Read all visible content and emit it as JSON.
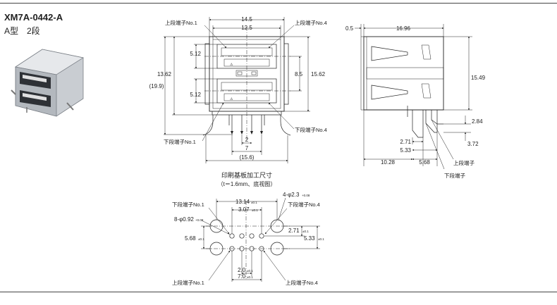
{
  "header": {
    "part_number": "XM7A-0442-A",
    "type_label": "A型　2段"
  },
  "front_view": {
    "labels": {
      "upper_no1": "上段端子No.1",
      "upper_no4": "上段端子No.4",
      "lower_no1": "下段端子No.1",
      "lower_no4": "下段端子No.4"
    },
    "dims": {
      "w_outer": "14.5",
      "w_inner": "12.5",
      "h_port1": "5.12",
      "h_port2": "5.12",
      "h_1362": "13.62",
      "h_199": "(19.9)",
      "h_85": "8.5",
      "h_1562": "15.62",
      "pitch_2": "2",
      "span_7": "7",
      "w_156": "(15.6)"
    }
  },
  "side_view": {
    "labels": {
      "upper": "上段端子",
      "lower": "下段端子"
    },
    "dims": {
      "d_05": "0.5",
      "d_1696": "16.96",
      "d_1549": "15.49",
      "d_284": "2.84",
      "d_372": "3.72",
      "d_271": "2.71",
      "d_533": "5.33",
      "d_1028": "10.28",
      "d_568": "5.68"
    }
  },
  "pcb": {
    "title": "印刷基板加工尺寸",
    "note": "（t＝1.6mm、底视图）",
    "labels": {
      "lower_no1": "下段端子No.1",
      "lower_no4": "下段端子No.4",
      "upper_no1": "上段端子No.1",
      "upper_no4": "上段端子No.4"
    },
    "dims": {
      "d_1314": "13.14",
      "d_1314_tol": "±0.1",
      "d_307": "3.07",
      "d_307_tol": "±0.1",
      "hole_large": "4-φ2.3",
      "hole_large_tol": "+0.08",
      "hole_small": "8-φ0.92",
      "hole_small_tol": "+0.08",
      "d_568": "5.68",
      "d_568_tol": "±0.1",
      "d_271": "2.71",
      "d_271_tol": "±0.1",
      "d_533": "5.33",
      "d_533_tol": "±0.1",
      "d_20": "2.0",
      "d_20_tol": "±0.1",
      "d_70": "7.0",
      "d_70_tol": "±0.1"
    }
  }
}
